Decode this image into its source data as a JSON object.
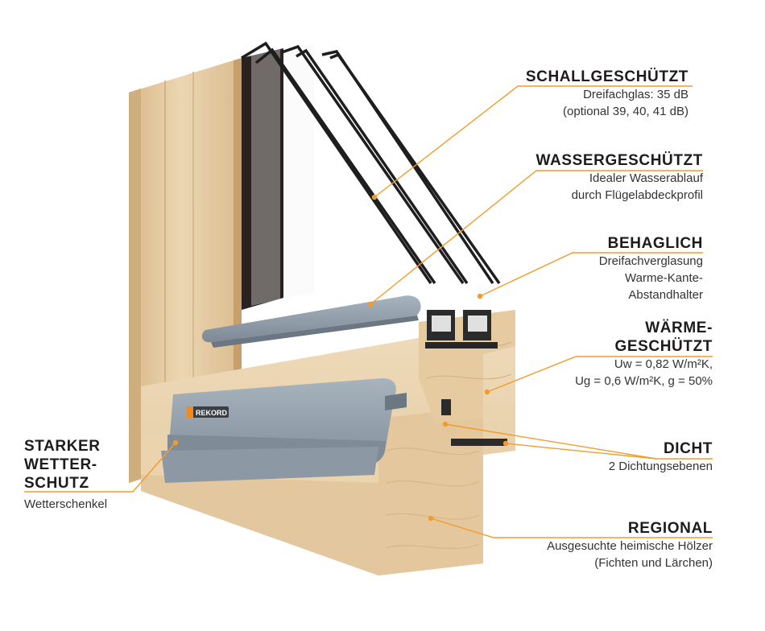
{
  "colors": {
    "accent_line": "#f39c2d",
    "wood_light": "#e9d2ad",
    "wood_mid": "#dcbd8f",
    "wood_dark": "#c9a272",
    "aluminium": "#8c9aa6",
    "aluminium_dark": "#6b7884",
    "glass_frame": "#1e1e1e",
    "seal": "#2b2b2b"
  },
  "brand_logo": "REKORD",
  "callouts": {
    "schall": {
      "title": "SCHALLGESCHÜTZT",
      "line1": "Dreifachglas: 35 dB",
      "line2": "(optional 39, 40, 41 dB)"
    },
    "wasser": {
      "title": "WASSERGESCHÜTZT",
      "line1": "Idealer Wasserablauf",
      "line2": "durch Flügelabdeckprofil"
    },
    "behaglich": {
      "title": "BEHAGLICH",
      "line1": "Dreifachverglasung",
      "line2": "Warme-Kante-",
      "line3": "Abstandhalter"
    },
    "waerme": {
      "title1": "WÄRME-",
      "title2": "GESCHÜTZT",
      "line1": "Uw = 0,82 W/m²K,",
      "line2": "Ug = 0,6 W/m²K, g = 50%"
    },
    "dicht": {
      "title": "DICHT",
      "line1": "2 Dichtungsebenen"
    },
    "regional": {
      "title": "REGIONAL",
      "line1": "Ausgesuchte heimische Hölzer",
      "line2": "(Fichten und Lärchen)"
    },
    "wetter": {
      "title1": "STARKER",
      "title2": "WETTER-",
      "title3": "SCHUTZ",
      "line1": "Wetterschenkel"
    }
  }
}
